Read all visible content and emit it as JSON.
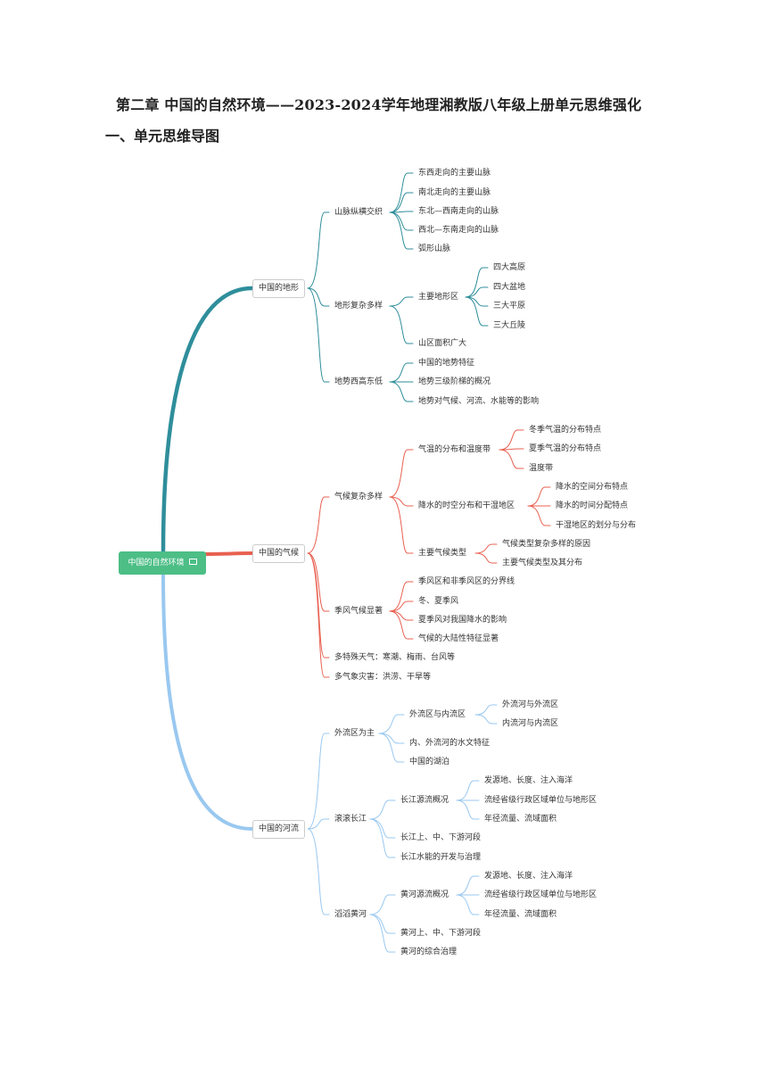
{
  "doc": {
    "title": "第二章 中国的自然环境——2023-2024学年地理湘教版八年级上册单元思维强化",
    "section": "一、单元思维导图"
  },
  "mindmap": {
    "root": "中国的自然环境",
    "root_icon": "mail-icon",
    "colors": {
      "terrain": "#2f8e9b",
      "climate": "#e86050",
      "rivers": "#99c8f0",
      "root_bg": "#4cbe86"
    },
    "terrain": {
      "label": "中国的地形",
      "mountains": {
        "label": "山脉纵横交织",
        "items": [
          "东西走向的主要山脉",
          "南北走向的主要山脉",
          "东北—西南走向的山脉",
          "西北—东南走向的山脉",
          "弧形山脉"
        ]
      },
      "diverse": {
        "label": "地形复杂多样",
        "regions": {
          "label": "主要地形区",
          "items": [
            "四大高原",
            "四大盆地",
            "三大平原",
            "三大丘陵"
          ]
        },
        "mountain_area": "山区面积广大"
      },
      "slope": {
        "label": "地势西高东低",
        "items": [
          "中国的地势特征",
          "地势三级阶梯的概况",
          "地势对气候、河流、水能等的影响"
        ]
      }
    },
    "climate": {
      "label": "中国的气候",
      "complex": {
        "label": "气候复杂多样",
        "temp": {
          "label": "气温的分布和温度带",
          "items": [
            "冬季气温的分布特点",
            "夏季气温的分布特点",
            "温度带"
          ]
        },
        "precip": {
          "label": "降水的时空分布和干湿地区",
          "items": [
            "降水的空间分布特点",
            "降水的时间分配特点",
            "干湿地区的划分与分布"
          ]
        },
        "types": {
          "label": "主要气候类型",
          "items": [
            "气候类型复杂多样的原因",
            "主要气候类型及其分布"
          ]
        }
      },
      "monsoon": {
        "label": "季风气候显著",
        "items": [
          "季风区和非季风区的分界线",
          "冬、夏季风",
          "夏季风对我国降水的影响",
          "气候的大陆性特征显著"
        ]
      },
      "special_weather": "多特殊天气：寒潮、梅雨、台风等",
      "disasters": "多气象灾害：洪涝、干旱等"
    },
    "rivers": {
      "label": "中国的河流",
      "exterior": {
        "label": "外流区为主",
        "areas": {
          "label": "外流区与内流区",
          "items": [
            "外流河与外流区",
            "内流河与内流区"
          ]
        },
        "items": [
          "内、外流河的水文特征",
          "中国的湖泊"
        ]
      },
      "yangtze": {
        "label": "滚滚长江",
        "source": {
          "label": "长江源流概况",
          "items": [
            "发源地、长度、注入海洋",
            "流经省级行政区域单位与地形区",
            "年径流量、流域面积"
          ]
        },
        "items": [
          "长江上、中、下游河段",
          "长江水能的开发与治理"
        ]
      },
      "yellow": {
        "label": "滔滔黄河",
        "source": {
          "label": "黄河源流概况",
          "items": [
            "发源地、长度、注入海洋",
            "流经省级行政区域单位与地形区",
            "年径流量、流域面积"
          ]
        },
        "items": [
          "黄河上、中、下游河段",
          "黄河的综合治理"
        ]
      }
    }
  }
}
